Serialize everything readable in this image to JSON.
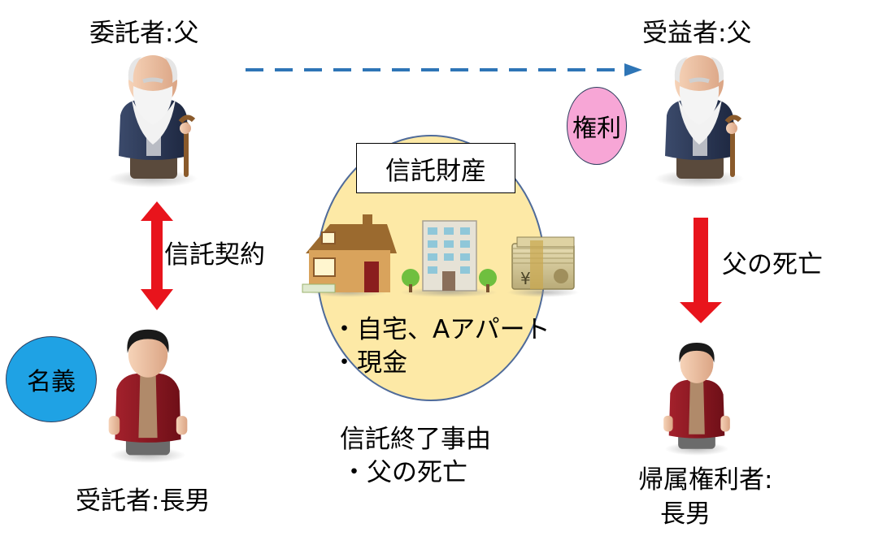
{
  "settlor_label": "委託者:父",
  "beneficiary_label": "受益者:父",
  "trustee_label": "受託者:長男",
  "vested_holder_label_line1": "帰属権利者:",
  "vested_holder_label_line2": "長男",
  "contract_label": "信託契約",
  "death_label": "父の死亡",
  "rights_badge": "権利",
  "title_badge": "名義",
  "trust_property_title": "信託財産",
  "trust_property_items": [
    "・自宅、Aアパート",
    "・現金"
  ],
  "termination_title": "信託終了事由",
  "termination_items": [
    "・父の死亡"
  ],
  "money_symbol": "¥",
  "colors": {
    "ellipse_fill": "#fde9a6",
    "ellipse_stroke": "#4f6b9a",
    "red_arrow": "#e8141c",
    "blue_dashed_arrow": "#2e75b6",
    "rights_badge_fill": "#f7a6d6",
    "title_badge_fill": "#1fa2e4"
  },
  "icons": [
    "old-man-icon",
    "young-man-icon",
    "house-icon",
    "apartment-icon",
    "money-stack-icon"
  ]
}
